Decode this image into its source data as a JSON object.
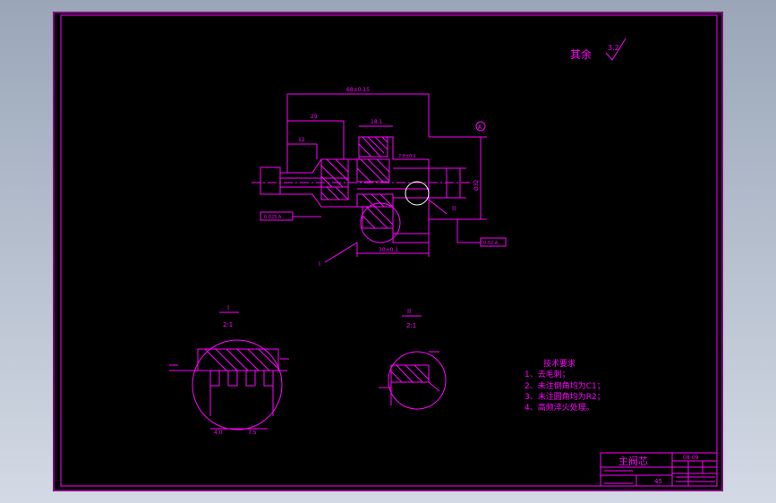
{
  "colors": {
    "line": "#ff00ff",
    "background": "#000000",
    "viewport": "#b9c4d3",
    "highlight": "#ffffff"
  },
  "surface_note": {
    "label": "其余",
    "roughness": "3.2"
  },
  "main_view": {
    "dim_total_length": "68±0.15",
    "dim_29": "29",
    "dim_12": "12",
    "dim_fine": "7.8±0.1",
    "dim_width": "30±0.1",
    "dim_bore": "18.1",
    "dim_phi": "Ø32",
    "tol_left": "0.025 A",
    "tol_right": "0.02 A",
    "datum": "A",
    "detail_I": "I",
    "detail_II": "II"
  },
  "detail_I": {
    "title": "I",
    "scale": "2:1",
    "dim_a": "4.0",
    "dim_b": "7.5"
  },
  "detail_II": {
    "title": "II",
    "scale": "2:1"
  },
  "tech_requirements": {
    "title": "技术要求",
    "items": [
      "1、去毛刺；",
      "2、未注倒角均为C1；",
      "3、未注圆角均为R2；",
      "4、高频淬火处理。"
    ]
  },
  "title_block": {
    "part_name": "主阀芯",
    "drawing_no": "08-09",
    "material": "45"
  }
}
